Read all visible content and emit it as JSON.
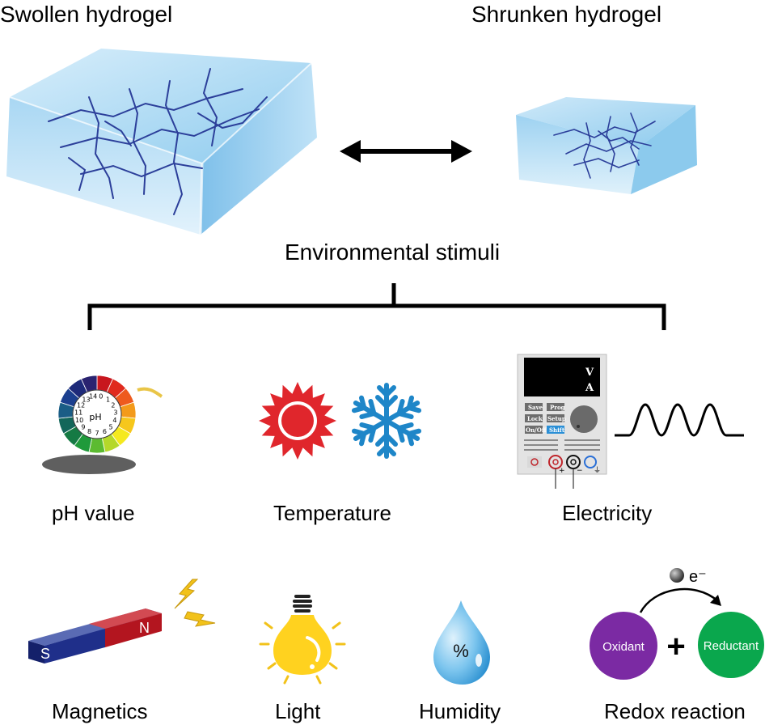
{
  "titles": {
    "swollen": "Swollen hydrogel",
    "shrunken": "Shrunken hydrogel",
    "stimuli": "Environmental stimuli"
  },
  "categories": {
    "ph": "pH value",
    "temperature": "Temperature",
    "electricity": "Electricity",
    "magnetics": "Magnetics",
    "light": "Light",
    "humidity": "Humidity",
    "redox": "Redox reaction"
  },
  "ph_wheel": {
    "label": "pH",
    "numbers": [
      "0",
      "1",
      "2",
      "3",
      "4",
      "5",
      "6",
      "7",
      "8",
      "9",
      "10",
      "11",
      "12",
      "13",
      "14"
    ]
  },
  "power_supply": {
    "display_v": "V",
    "display_a": "A",
    "buttons": [
      "Save",
      "Prog",
      "Lock",
      "Setup",
      "On/Off",
      "Shift"
    ],
    "terminal_plus": "+",
    "terminal_minus": "−",
    "terminal_ground": "⏚"
  },
  "magnet": {
    "south": "S",
    "north": "N"
  },
  "humidity_symbol": "%",
  "redox": {
    "oxidant": "Oxidant",
    "reductant": "Reductant",
    "plus": "+",
    "electron": "e⁻"
  },
  "colors": {
    "gel": "#9fd0ef",
    "network": "#2c3f9a",
    "sun": "#e0262c",
    "snow": "#1e86c8",
    "bulb": "#ffd21f",
    "drop": "#3aa4dd",
    "oxidant": "#7b2aa3",
    "reductant": "#0aa74d",
    "magnet_s": "#1f2f8a",
    "magnet_n": "#b3151f",
    "spark": "#f2c21a"
  }
}
